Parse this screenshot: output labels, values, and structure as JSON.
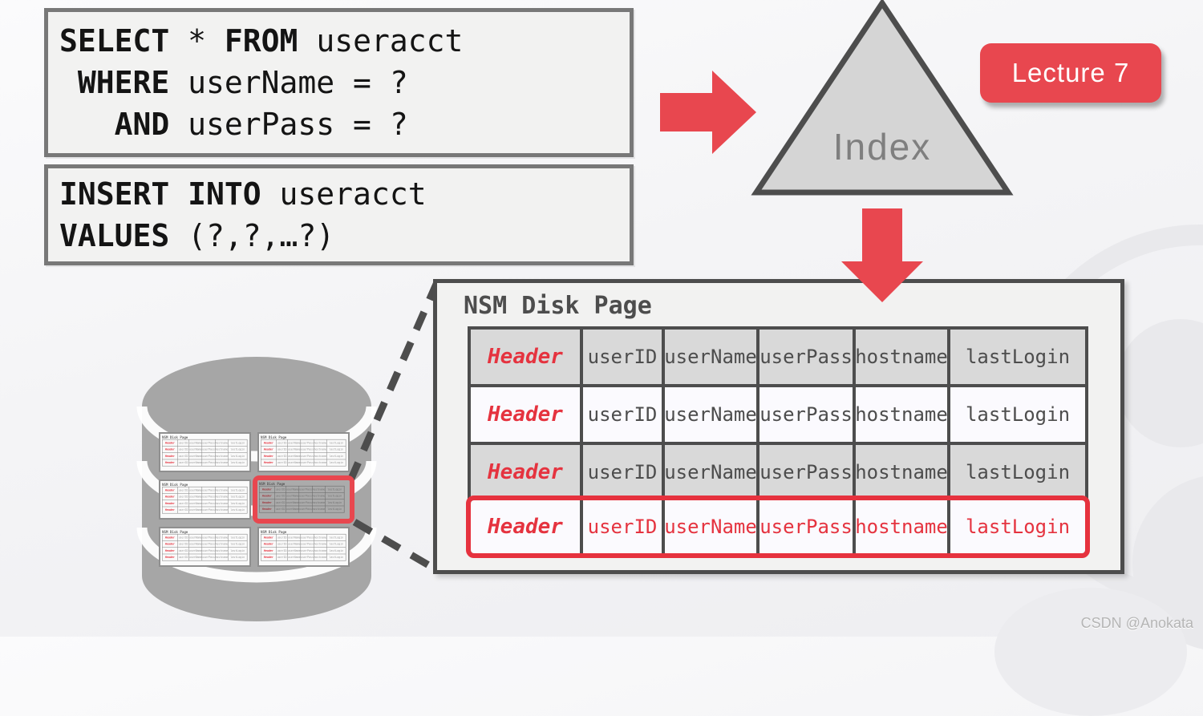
{
  "accent_color": "#e8474f",
  "border_color": "#4d4d4d",
  "code_boxes": [
    {
      "name": "select-query",
      "lines": [
        {
          "parts": [
            {
              "text": "SELECT",
              "bold": true
            },
            {
              "text": " * ",
              "bold": false
            },
            {
              "text": "FROM",
              "bold": true
            },
            {
              "text": " useracct",
              "bold": false
            }
          ]
        },
        {
          "parts": [
            {
              "text": " WHERE",
              "bold": true
            },
            {
              "text": " userName = ?",
              "bold": false
            }
          ]
        },
        {
          "parts": [
            {
              "text": "   AND",
              "bold": true
            },
            {
              "text": " userPass = ?",
              "bold": false
            }
          ]
        }
      ]
    },
    {
      "name": "insert-query",
      "lines": [
        {
          "parts": [
            {
              "text": "INSERT INTO",
              "bold": true
            },
            {
              "text": " useracct",
              "bold": false
            }
          ]
        },
        {
          "parts": [
            {
              "text": "VALUES",
              "bold": true
            },
            {
              "text": " (?,?,…?)",
              "bold": false
            }
          ]
        }
      ]
    }
  ],
  "flow": {
    "index_label": "Index",
    "lecture_badge": "Lecture 7"
  },
  "disk_page": {
    "title": "NSM Disk Page",
    "columns": [
      "Header",
      "userID",
      "userName",
      "userPass",
      "hostname",
      "lastLogin"
    ],
    "row_variants": [
      "gray",
      "white",
      "gray",
      "highlight"
    ]
  },
  "cylinder": {
    "mini_pages": [
      {
        "highlighted": false
      },
      {
        "highlighted": false
      },
      {
        "highlighted": false
      },
      {
        "highlighted": true
      },
      {
        "highlighted": false
      },
      {
        "highlighted": false
      }
    ]
  },
  "watermark": "CSDN @Anokata"
}
